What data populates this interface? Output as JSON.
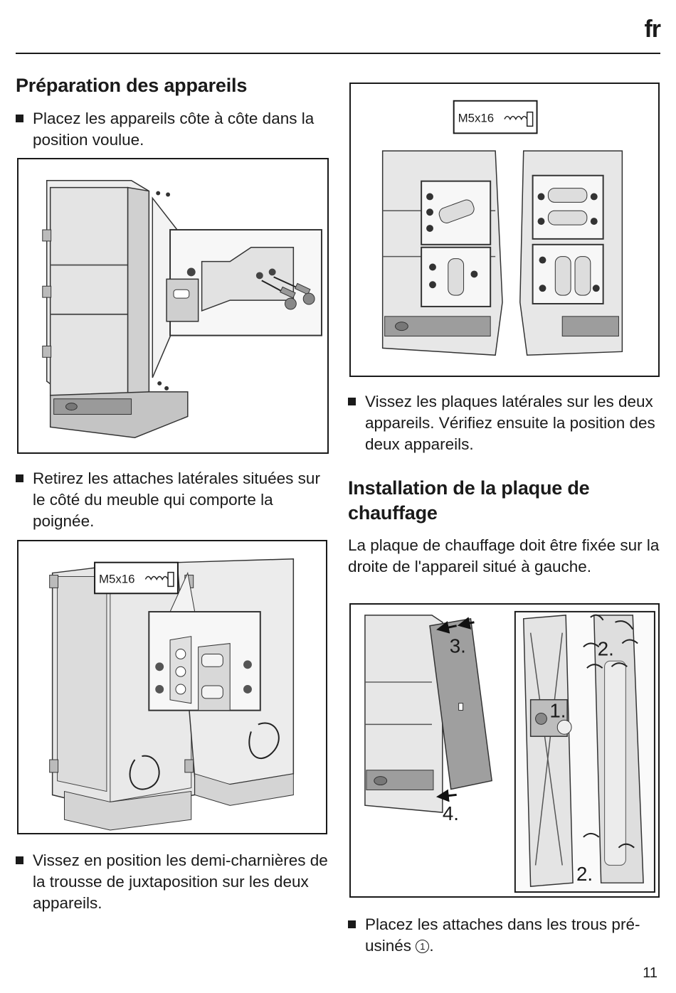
{
  "header": {
    "lang": "fr"
  },
  "left": {
    "heading": "Préparation des appareils",
    "bullet1": "Placez les appareils côte à côte dans la position voulue.",
    "bullet2": "Retirez les attaches latérales situées sur le côté du meuble qui comporte la poignée.",
    "fig2_label": "M5x16",
    "bullet3": "Vissez en position les demi-charnières de la trousse de juxtaposition sur les deux appareils."
  },
  "right": {
    "fig1_label": "M5x16",
    "bullet1": "Vissez les plaques latérales sur les deux appareils. Vérifiez ensuite la position des deux appareils.",
    "heading": "Installation de la plaque de chauffage",
    "para": "La plaque de chauffage doit être fixée sur la droite de l'appareil situé à gauche.",
    "fig_steps": {
      "s1": "1.",
      "s2a": "2.",
      "s2b": "2.",
      "s3": "3.",
      "s4": "4."
    },
    "bullet2": "Placez les attaches dans les trous pré-usinés",
    "bullet2_ref": "1",
    "bullet2_end": "."
  },
  "footer": {
    "page": "11"
  }
}
